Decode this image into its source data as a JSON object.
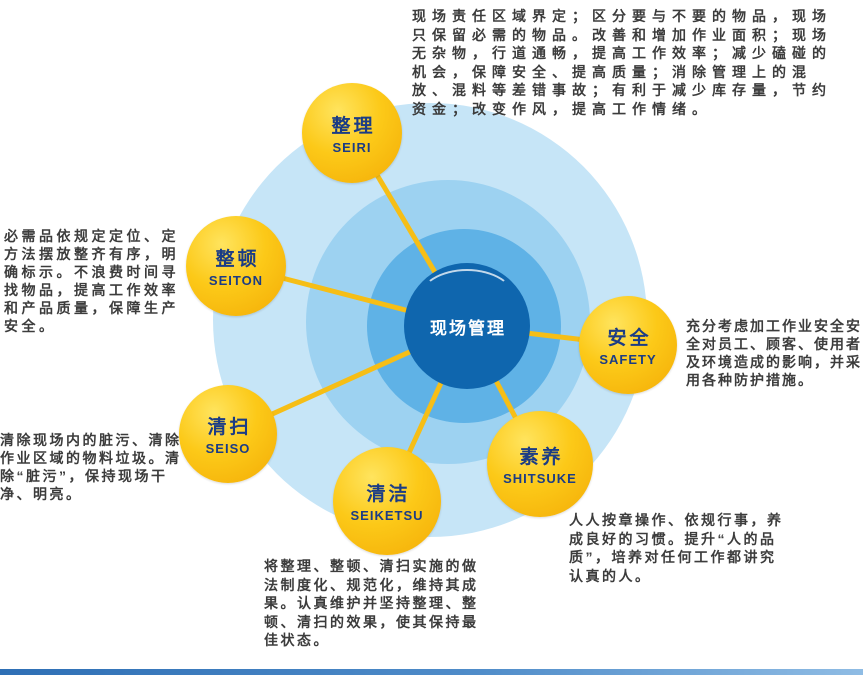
{
  "center": {
    "label": "现场管理"
  },
  "nodes": {
    "seiri": {
      "zh": "整理",
      "en": "SEIRI"
    },
    "seiton": {
      "zh": "整顿",
      "en": "SEITON"
    },
    "seiso": {
      "zh": "清扫",
      "en": "SEISO"
    },
    "seiketsu": {
      "zh": "清洁",
      "en": "SEIKETSU"
    },
    "shitsuke": {
      "zh": "素养",
      "en": "SHITSUKE"
    },
    "safety": {
      "zh": "安全",
      "en": "SAFETY"
    }
  },
  "annotations": {
    "seiri": "现场责任区域界定；区分要与不要的物品，现场只保留必需的物品。改善和增加作业面积；现场无杂物，行道通畅，提高工作效率；减少磕碰的机会，保障安全、提高质量；消除管理上的混放、混料等差错事故；有利于减少库存量，节约资金；改变作风，提高工作情绪。",
    "seiton": "必需品依规定定位、定方法摆放整齐有序，明确标示。不浪费时间寻找物品，提高工作效率和产品质量，保障生产安全。",
    "seiso": "清除现场内的脏污、清除作业区域的物料垃圾。清除“脏污”，保持现场干净、明亮。",
    "seiketsu": "将整理、整顿、清扫实施的做法制度化、规范化，维持其成果。认真维护并坚持整理、整顿、清扫的效果，使其保持最佳状态。",
    "shitsuke": "人人按章操作、依规行事，养成良好的习惯。提升“人的品质”，培养对任何工作都讲究认真的人。",
    "safety": "充分考虑加工作业安全安全对员工、顾客、使用者及环境造成的影响，并采用各种防护措施。"
  },
  "colors": {
    "node_yellow": "#fcc918",
    "line_yellow": "#f6be16",
    "center_blue": "#0f66ae",
    "ring_outer": "#c6e5f7",
    "ring_middle": "#9dd2f1",
    "ring_inner": "#5fb2e6",
    "node_text": "#1b3c85",
    "body_text": "#3c3c3c"
  }
}
